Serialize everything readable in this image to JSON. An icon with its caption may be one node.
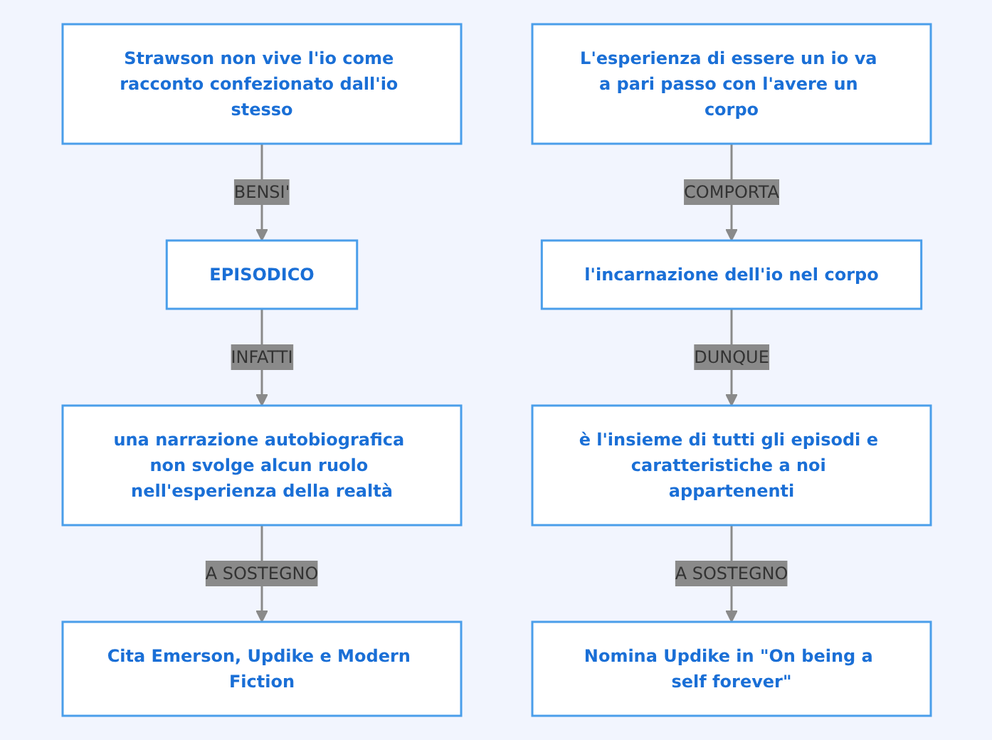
{
  "diagram": {
    "nodes": [
      {
        "text": [
          "Strawson non vive l'io come racconto confezionato dall'io stesso"
        ]
      },
      {
        "text": [
          "EPISODICO"
        ]
      },
      {
        "text": [
          "una narrazione autobiografica non svolge alcun ruolo nell'esperienza della realtà"
        ]
      },
      {
        "text": [
          "Cita Emerson, Updike e Modern Fiction"
        ]
      },
      {
        "text": [
          "L'esperienza di essere un io va a pari passo con l'avere un corpo"
        ]
      },
      {
        "text": [
          "l'incarnazione dell'io nel corpo"
        ]
      },
      {
        "text": [
          "è l'insieme di tutti gli episodi e caratteristiche a noi appartenenti"
        ]
      },
      {
        "text": [
          "Nomina Updike in \"On being a self forever\""
        ]
      }
    ],
    "edges": [
      {
        "from": 0,
        "to": 1,
        "arrow": "to",
        "label": "BENSI'"
      },
      {
        "from": 1,
        "to": 2,
        "arrow": "to",
        "label": "INFATTI"
      },
      {
        "from": 2,
        "to": 3,
        "arrow": "to",
        "label": "A SOSTEGNO"
      },
      {
        "from": 4,
        "to": 5,
        "arrow": "to",
        "label": "COMPORTA"
      },
      {
        "from": 5,
        "to": 6,
        "arrow": "to",
        "label": "DUNQUE"
      },
      {
        "from": 6,
        "to": 7,
        "arrow": "to",
        "label": "A SOSTEGNO"
      }
    ]
  }
}
